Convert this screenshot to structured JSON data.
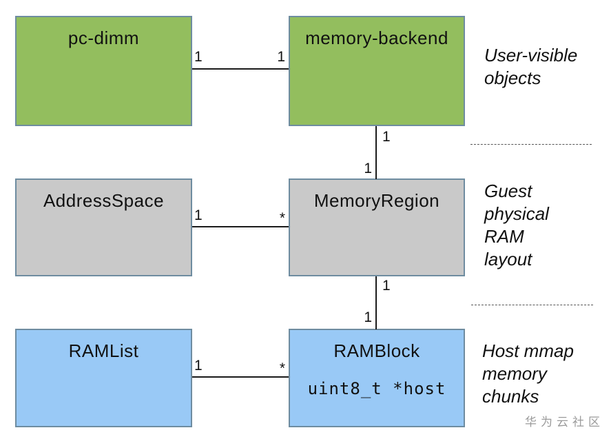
{
  "diagram": {
    "boxes": [
      {
        "label": "pc-dimm",
        "fill": "#93be5e"
      },
      {
        "label": "memory-backend",
        "fill": "#93be5e"
      },
      {
        "label": "AddressSpace",
        "fill": "#c9c9c9"
      },
      {
        "label": "MemoryRegion",
        "fill": "#c9c9c9"
      },
      {
        "label": "RAMList",
        "fill": "#99c9f6"
      },
      {
        "label": "RAMBlock",
        "sublabel": "uint8_t *host",
        "fill": "#99c9f6"
      }
    ],
    "connectors": [
      {
        "from": "pc-dimm",
        "to": "memory-backend",
        "from_label": "1",
        "to_label": "1"
      },
      {
        "from": "AddressSpace",
        "to": "MemoryRegion",
        "from_label": "1",
        "to_label": "*"
      },
      {
        "from": "RAMList",
        "to": "RAMBlock",
        "from_label": "1",
        "to_label": "*"
      },
      {
        "from": "memory-backend",
        "to": "MemoryRegion",
        "from_label": "1",
        "to_label": "1"
      },
      {
        "from": "MemoryRegion",
        "to": "RAMBlock",
        "from_label": "1",
        "to_label": "1"
      }
    ],
    "annotations": [
      {
        "text": "User-visible\nobjects"
      },
      {
        "text": "Guest\nphysical\nRAM\nlayout"
      },
      {
        "text": "Host mmap\nmemory\nchunks"
      }
    ],
    "watermark": "华为云社区",
    "colors": {
      "box_border": "#6e8ca0",
      "green_fill": "#93be5e",
      "gray_fill": "#c9c9c9",
      "blue_fill": "#99c9f6",
      "line": "#1a1a1a",
      "text": "#111111",
      "watermark": "#9b9b9b",
      "background": "#ffffff"
    }
  }
}
